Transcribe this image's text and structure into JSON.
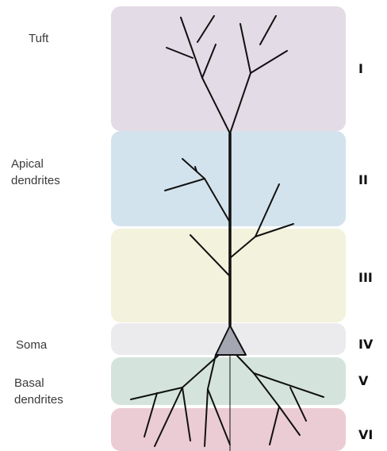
{
  "labels": {
    "tuft": "Tuft",
    "apical_line1": "Apical",
    "apical_line2": "dendrites",
    "soma": "Soma",
    "basal_line1": "Basal",
    "basal_line2": "dendrites"
  },
  "layers": [
    {
      "numeral": "I",
      "color": "#e3dbe6"
    },
    {
      "numeral": "II",
      "color": "#d3e3ed"
    },
    {
      "numeral": "III",
      "color": "#f3f2dd"
    },
    {
      "numeral": "IV",
      "color": "#ebebee"
    },
    {
      "numeral": "V",
      "color": "#d4e4dc"
    },
    {
      "numeral": "VI",
      "color": "#ecccd4"
    }
  ],
  "colors": {
    "neuron": "#111111",
    "soma_fill": "#a4a7b2"
  }
}
